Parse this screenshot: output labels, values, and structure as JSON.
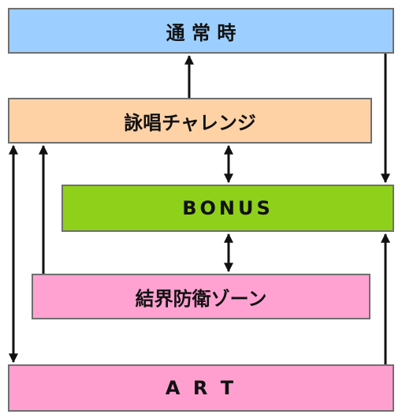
{
  "diagram": {
    "boxes": [
      {
        "id": "normal",
        "label": "通 常 時",
        "color": "#9ccfff"
      },
      {
        "id": "chant",
        "label": "詠唱チャレンジ",
        "color": "#ffd2a6"
      },
      {
        "id": "bonus",
        "label": "BONUS",
        "color": "#8fd11a"
      },
      {
        "id": "kekkai",
        "label": "結界防衛ゾーン",
        "color": "#ffa2d2"
      },
      {
        "id": "art",
        "label": "A R T",
        "color": "#ff9fd0"
      }
    ],
    "edges": [
      {
        "from": "chant",
        "to": "normal"
      },
      {
        "from": "normal",
        "to": "bonus"
      },
      {
        "from": "chant",
        "to": "bonus",
        "bidirectional": true
      },
      {
        "from": "bonus",
        "to": "kekkai",
        "bidirectional": true
      },
      {
        "from": "kekkai",
        "to": "chant"
      },
      {
        "from": "chant",
        "to": "art",
        "bidirectional": true
      },
      {
        "from": "art",
        "to": "bonus"
      }
    ]
  }
}
